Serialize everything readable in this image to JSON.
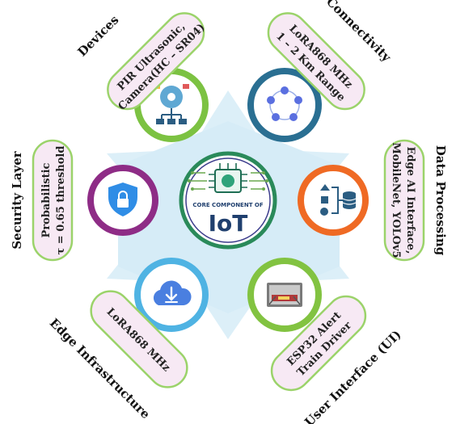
{
  "center": {
    "caption": "CORE COMPONENT OF",
    "title": "IoT"
  },
  "colors": {
    "hexagon": "#d6ecf7",
    "pill_fill": "#f7e9f4",
    "pill_border": "#9bd36a",
    "devices": "#7cc242",
    "connectivity": "#2a6f92",
    "data_processing": "#ef6a24",
    "user_interface": "#82c341",
    "edge_infrastructure": "#4fb3e3",
    "security": "#8e2c86"
  },
  "nodes": [
    {
      "id": "devices",
      "category": "Devices",
      "lines": [
        "PIR Ultrasonic,",
        "Camera(HC – SR04)"
      ],
      "icon": "device-tree-icon"
    },
    {
      "id": "connectivity",
      "category": "Connectivity",
      "lines": [
        "LoRA868 MHz",
        "1 – 2 Km Range"
      ],
      "icon": "network-ring-icon"
    },
    {
      "id": "data_processing",
      "category": "Data Processing",
      "lines": [
        "Edge AI Interface,",
        "MobileNet, YOLOv5"
      ],
      "icon": "data-flow-icon"
    },
    {
      "id": "user_interface",
      "category": "User Interface (UI)",
      "lines": [
        "ESP32 Alert",
        "Train Driver"
      ],
      "icon": "train-display-icon"
    },
    {
      "id": "edge_infrastructure",
      "category": "Edge Infrastructure",
      "lines": [
        "LoRA868 MHz"
      ],
      "icon": "cloud-download-icon"
    },
    {
      "id": "security",
      "category": "Security Layer",
      "lines": [
        "Probabilistic",
        "τ = 0.65 threshold"
      ],
      "icon": "shield-lock-icon"
    }
  ]
}
